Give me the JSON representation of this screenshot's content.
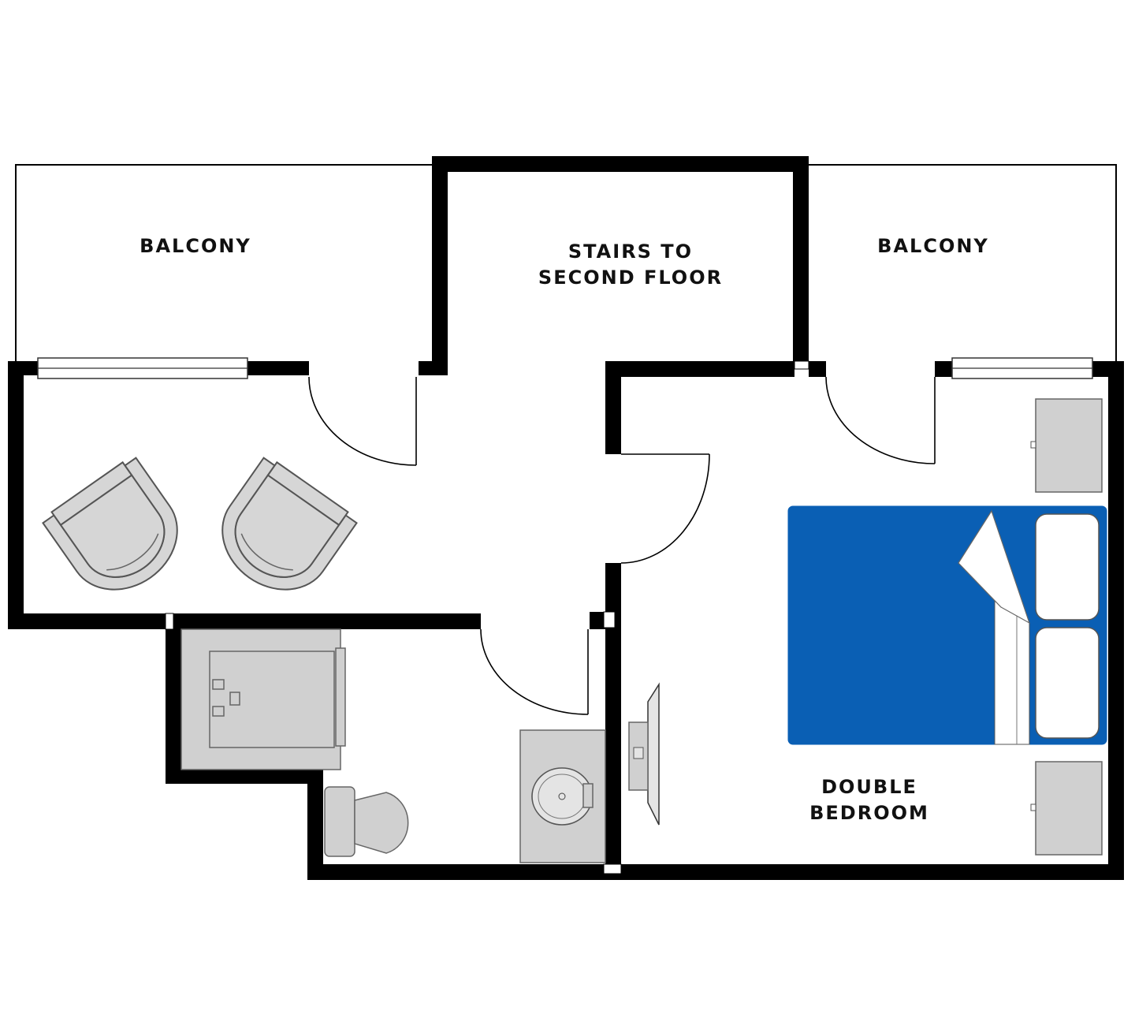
{
  "rooms": {
    "balcony_left": "BALCONY",
    "stairs_line1": "STAIRS TO",
    "stairs_line2": "SECOND FLOOR",
    "balcony_right": "BALCONY",
    "bedroom_line1": "DOUBLE",
    "bedroom_line2": "BEDROOM"
  },
  "colors": {
    "wall": "#000000",
    "furniture": "#d6d6d6",
    "bed_cover": "#0a5fb4",
    "background": "#ffffff"
  },
  "icons": [
    "armchair-icon",
    "shower-icon",
    "toilet-icon",
    "sink-icon",
    "bed-icon",
    "nightstand-icon",
    "tv-icon",
    "door-swing-icon",
    "window-icon"
  ]
}
